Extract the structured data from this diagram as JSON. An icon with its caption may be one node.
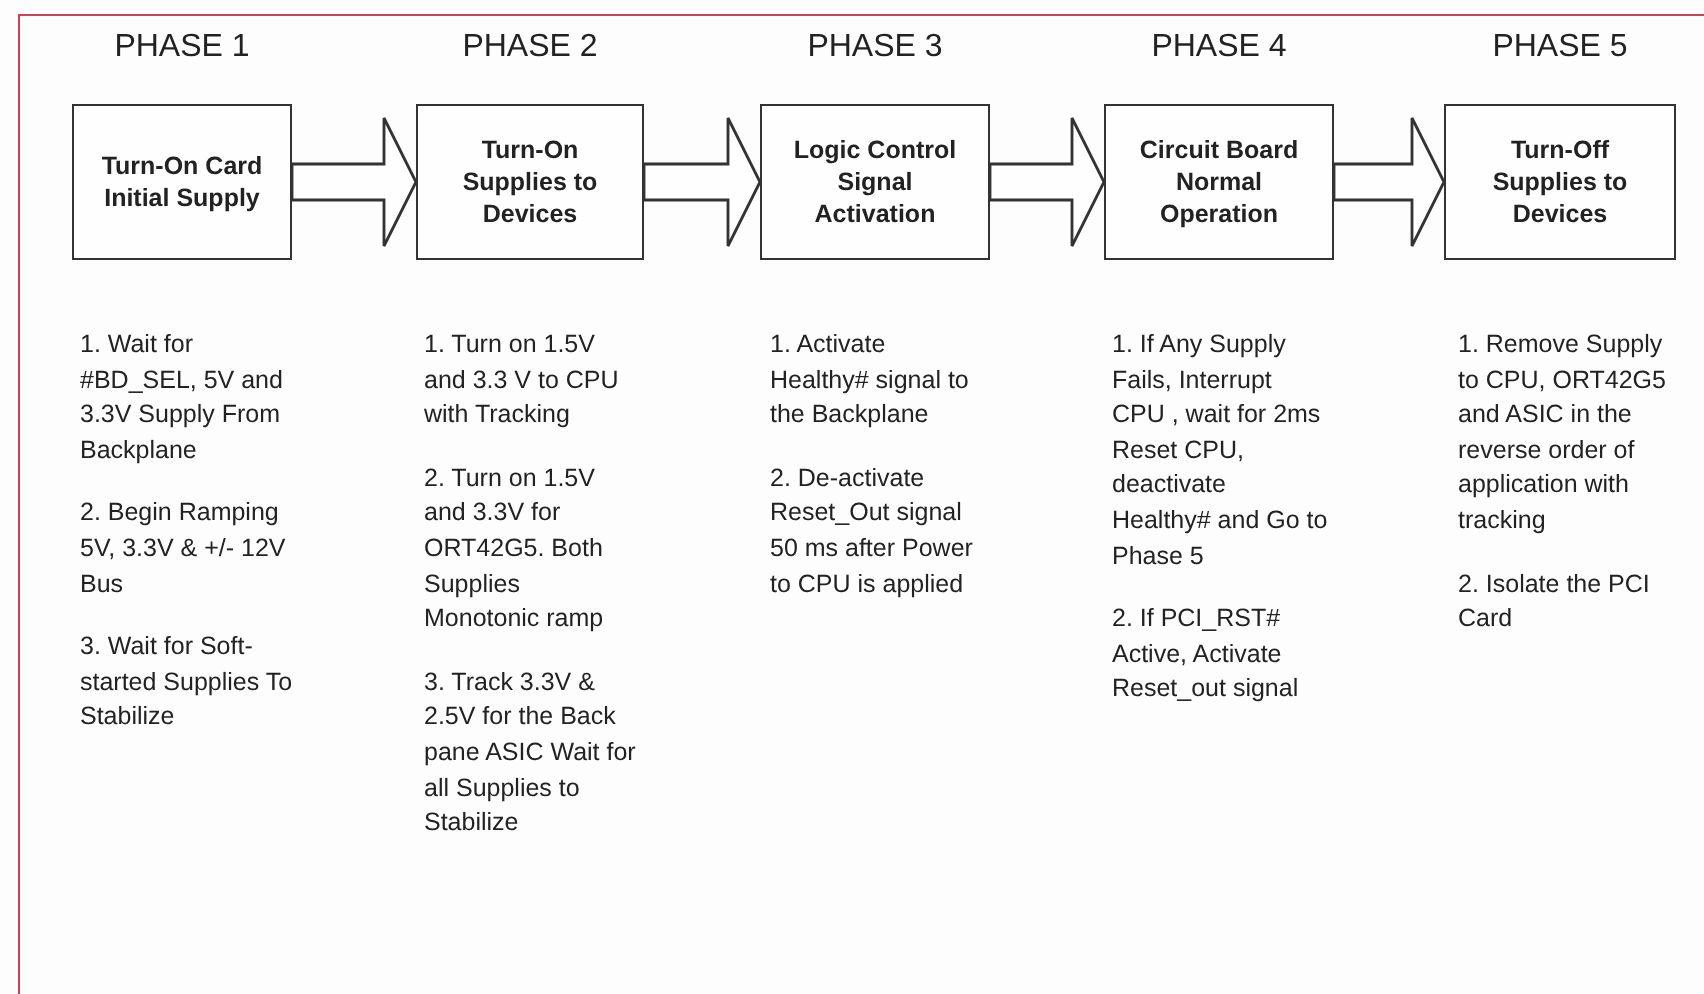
{
  "diagram": {
    "nodes": [
      {
        "text": [
          "PHASE 1",
          "Turn-On Card Initial Supply"
        ],
        "beside": [
          "1. Wait for #BD_SEL, 5V and 3.3V Supply From Backplane",
          "2. Begin Ramping 5V, 3.3V & +/- 12V Bus",
          "3. Wait for Soft-started Supplies To Stabilize"
        ]
      },
      {
        "text": [
          "PHASE 2",
          "Turn-On Supplies to Devices"
        ],
        "beside": [
          "1. Turn on 1.5V and 3.3 V to CPU with Tracking",
          "2. Turn on 1.5V and 3.3V for ORT42G5. Both Supplies Monotonic ramp",
          "3. Track 3.3V & 2.5V for the Back pane ASIC Wait for all Supplies to Stabilize"
        ]
      },
      {
        "text": [
          "PHASE 3",
          "Logic Control Signal Activation"
        ],
        "beside": [
          "1. Activate Healthy# signal to the Backplane",
          "2. De-activate Reset_Out signal 50 ms after Power to CPU is applied"
        ]
      },
      {
        "text": [
          "PHASE 4",
          "Circuit Board Normal Operation"
        ],
        "beside": [
          "1. If Any Supply Fails, Interrupt CPU , wait for 2ms Reset CPU, deactivate Healthy# and Go to Phase 5",
          "2. If PCI_RST# Active, Activate Reset_out signal"
        ]
      },
      {
        "text": [
          "PHASE 5",
          "Turn-Off Supplies to Devices"
        ],
        "beside": [
          "1. Remove Supply to CPU, ORT42G5 and ASIC in the reverse order of application with tracking",
          "2. Isolate the PCI Card"
        ]
      }
    ],
    "edges": [
      {
        "from": 0,
        "to": 1,
        "arrow": "to"
      },
      {
        "from": 1,
        "to": 2,
        "arrow": "to"
      },
      {
        "from": 2,
        "to": 3,
        "arrow": "to"
      },
      {
        "from": 3,
        "to": 4,
        "arrow": "to"
      }
    ]
  }
}
